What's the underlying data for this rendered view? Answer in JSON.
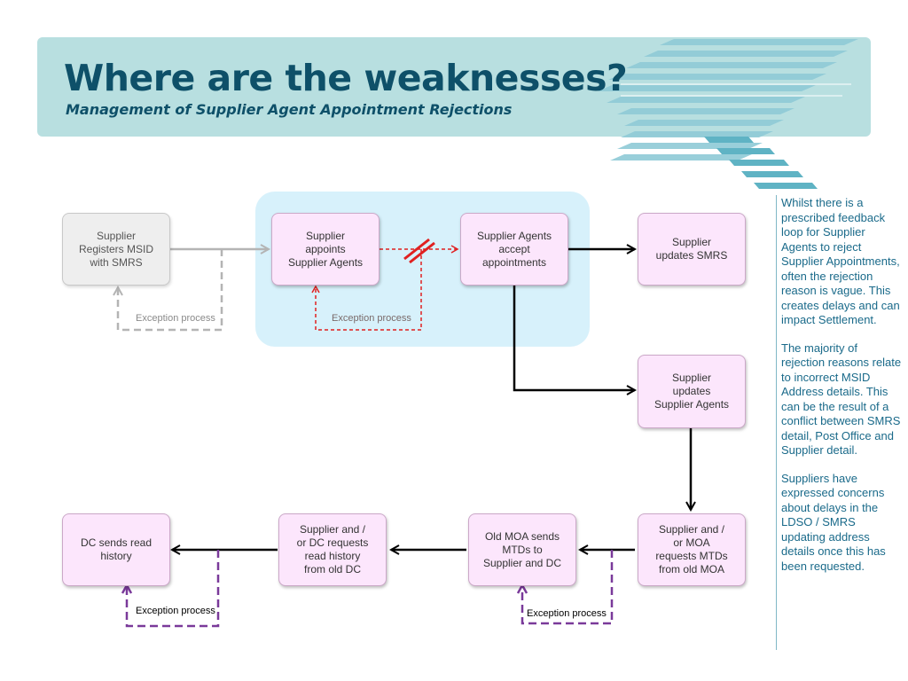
{
  "title": "Where are the weaknesses?",
  "subtitle": "Management of Supplier Agent Appointment Rejections",
  "boxes": {
    "registers": "Supplier\nRegisters MSID\nwith SMRS",
    "appoints": "Supplier\nappoints\nSupplier Agents",
    "accept": "Supplier Agents\naccept\nappointments",
    "updates_smrs": "Supplier\nupdates SMRS",
    "updates_agents": "Supplier\nupdates\nSupplier Agents",
    "requests_mtds": "Supplier and /\nor MOA\nrequests MTDs\nfrom old MOA",
    "sends_mtds": "Old MOA sends\nMTDs to\nSupplier and DC",
    "requests_history": "Supplier and /\nor DC requests\nread history\nfrom old DC",
    "sends_history": "DC sends read\nhistory"
  },
  "exceptions": {
    "grey": "Exception process",
    "red": "Exception process",
    "purple_left": "Exception process",
    "purple_right": "Exception process"
  },
  "notes": [
    "Whilst there is a prescribed feedback loop for Supplier Agents to reject Supplier Appointments, often the rejection reason is vague.  This creates delays and can impact Settlement.",
    "The majority of rejection reasons relate to incorrect MSID Address details.  This can be the result of a conflict between SMRS detail, Post Office and Supplier detail.",
    "Suppliers have expressed concerns about delays in the LDSO / SMRS updating address details once this has been requested."
  ],
  "colors": {
    "banner": "#b8dfe0",
    "title": "#0e5069",
    "zone": "#d7f1fb",
    "box_pink": "#fce6fc",
    "box_grey": "#eeeeee",
    "arrow_black": "#000000",
    "arrow_grey": "#b4b4b4",
    "arrow_red": "#e02020",
    "arrow_purple": "#7a3a9a",
    "note_text": "#1a6a8a"
  }
}
